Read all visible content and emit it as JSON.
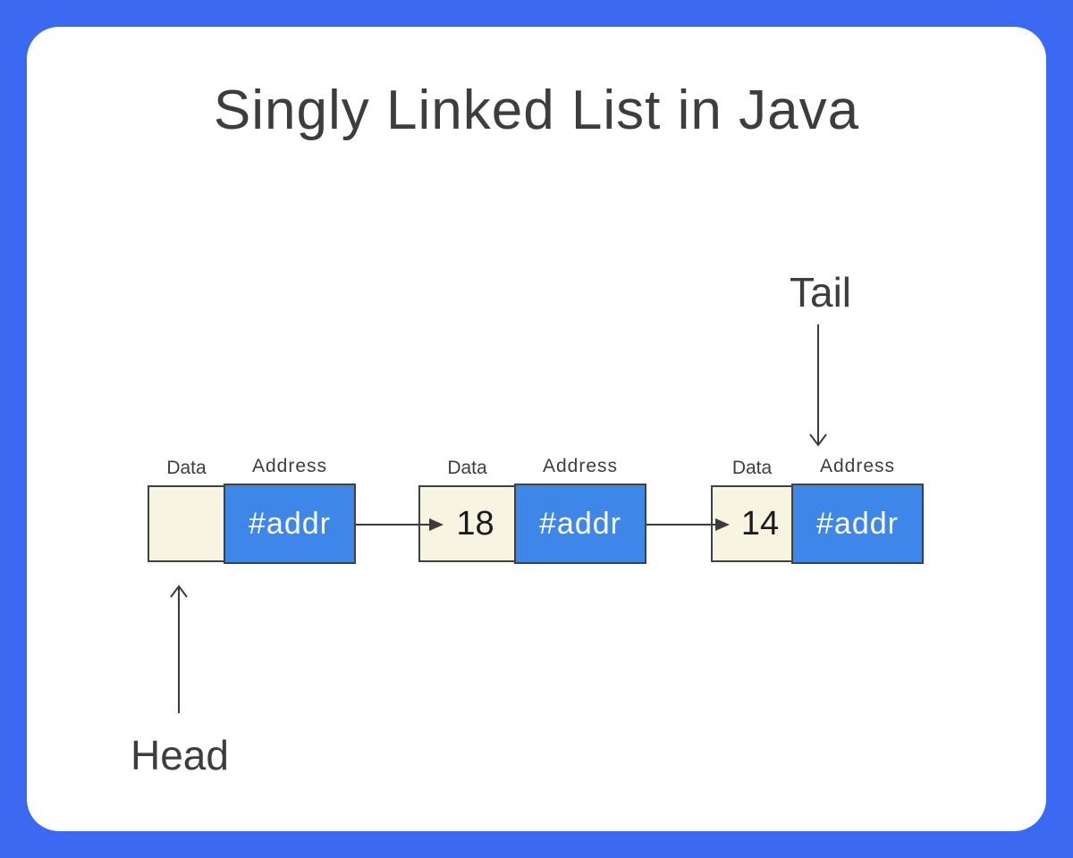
{
  "title": "Singly Linked List in Java",
  "labels": {
    "head": "Head",
    "tail": "Tail",
    "data": "Data",
    "address": "Address"
  },
  "nodes": [
    {
      "data_value": "",
      "address_value": "#addr"
    },
    {
      "data_value": "18",
      "address_value": "#addr"
    },
    {
      "data_value": "14",
      "address_value": "#addr"
    }
  ],
  "colors": {
    "outer_blue": "#3b69f1",
    "node_blue": "#3e87e9",
    "node_cream": "#f7f5e1",
    "cell_border": "#3e4142",
    "ink": "#3d3d3d",
    "arrow": "#3b3b3b",
    "card_bg": "#ffffff"
  }
}
